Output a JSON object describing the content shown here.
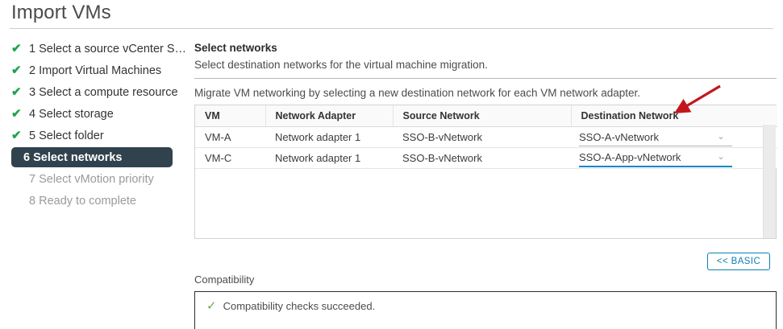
{
  "header": {
    "title": "Import VMs"
  },
  "sidebar": {
    "items": [
      {
        "label": "1 Select a source vCenter S…",
        "state": "done",
        "name": "sidebar-item-select-source-vcenter"
      },
      {
        "label": "2 Import Virtual Machines",
        "state": "done",
        "name": "sidebar-item-import-virtual-machines"
      },
      {
        "label": "3 Select a compute resource",
        "state": "done",
        "name": "sidebar-item-select-compute-resource"
      },
      {
        "label": "4 Select storage",
        "state": "done",
        "name": "sidebar-item-select-storage"
      },
      {
        "label": "5 Select folder",
        "state": "done",
        "name": "sidebar-item-select-folder"
      },
      {
        "label": "6 Select networks",
        "state": "active",
        "name": "sidebar-item-select-networks"
      },
      {
        "label": "7 Select vMotion priority",
        "state": "pending",
        "name": "sidebar-item-select-vmotion-priority"
      },
      {
        "label": "8 Ready to complete",
        "state": "pending",
        "name": "sidebar-item-ready-to-complete"
      }
    ],
    "check_icon": "✔"
  },
  "main": {
    "section_title": "Select networks",
    "section_subtitle": "Select destination networks for the virtual machine migration.",
    "hint": "Migrate VM networking by selecting a new destination network for each VM network adapter.",
    "table": {
      "columns": [
        "VM",
        "Network Adapter",
        "Source Network",
        "Destination Network"
      ],
      "rows": [
        {
          "vm": "VM-A",
          "adapter": "Network adapter 1",
          "source_network": "SSO-B-vNetwork",
          "destination_network": "SSO-A-vNetwork",
          "focused": false
        },
        {
          "vm": "VM-C",
          "adapter": "Network adapter 1",
          "source_network": "SSO-B-vNetwork",
          "destination_network": "SSO-A-App-vNetwork",
          "focused": true
        }
      ],
      "caret_icon": "⌄"
    },
    "basic_button": "<< BASIC",
    "compatibility_label": "Compatibility",
    "compatibility_status": "Compatibility checks succeeded.",
    "compatibility_icon": "✓"
  },
  "annotation": {
    "arrow_color": "#c3161c",
    "points_to": "Destination Network"
  },
  "colors": {
    "accent": "#0c7fb5",
    "active_step_bg": "#31424f",
    "check_green": "#1fa44a",
    "success_green": "#6faa4a",
    "focus_underline": "#0c88c4"
  }
}
